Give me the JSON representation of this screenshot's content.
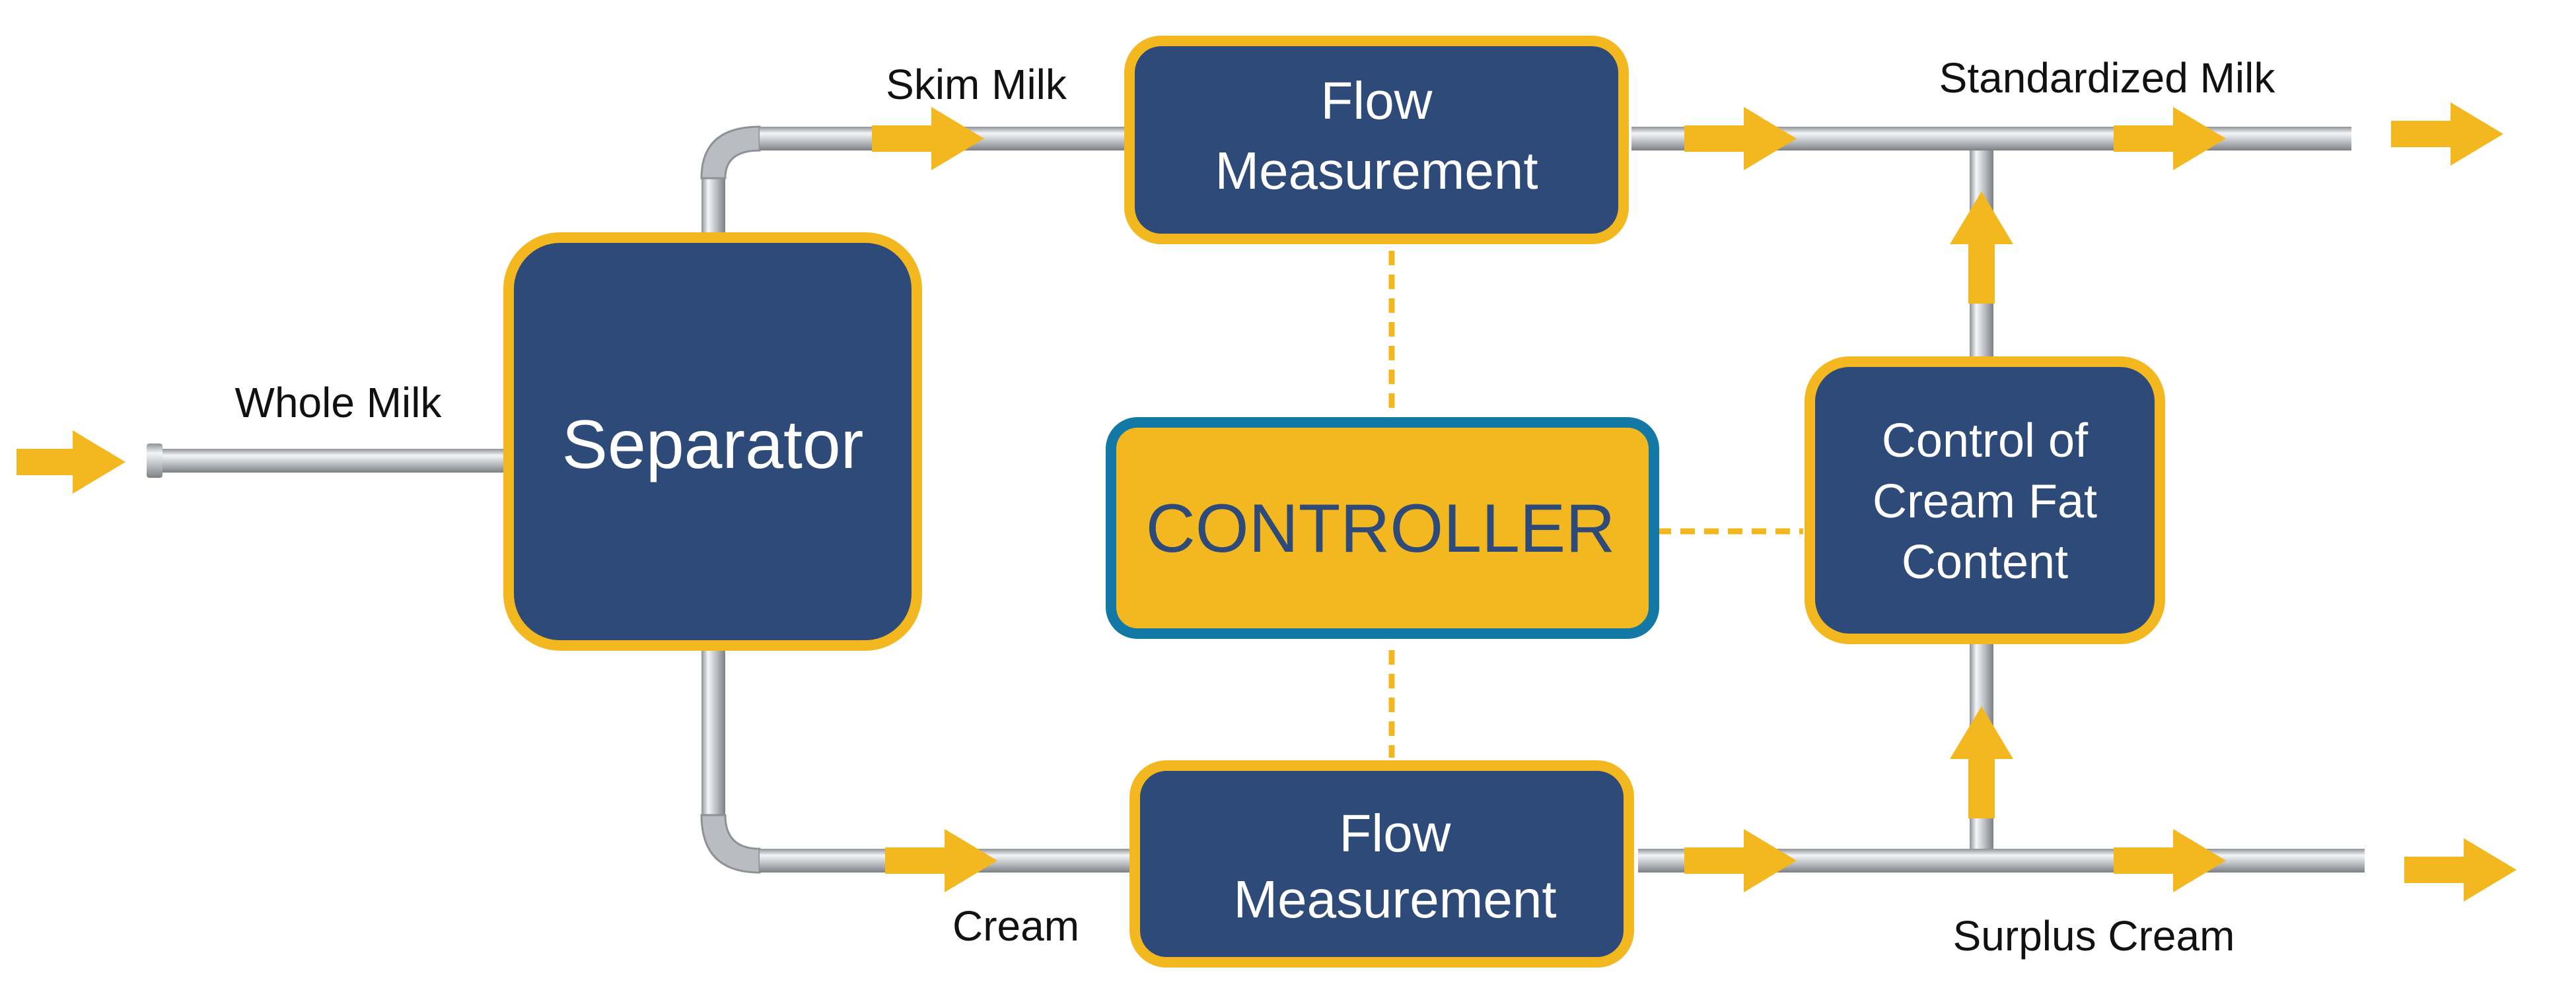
{
  "diagram": {
    "blocks": {
      "separator": "Separator",
      "flow_top_line1": "Flow",
      "flow_top_line2": "Measurement",
      "flow_bottom_line1": "Flow",
      "flow_bottom_line2": "Measurement",
      "controller": "CONTROLLER",
      "fat_control_line1": "Control of",
      "fat_control_line2": "Cream Fat",
      "fat_control_line3": "Content"
    },
    "stream_labels": {
      "whole_milk": "Whole Milk",
      "skim_milk": "Skim Milk",
      "standardized_milk": "Standardized Milk",
      "cream": "Cream",
      "surplus_cream": "Surplus Cream"
    },
    "colors": {
      "block_fill": "#2E4A78",
      "block_border": "#F3B81F",
      "controller_fill": "#F3B81F",
      "controller_border": "#1478A6",
      "controller_text": "#2E4A78",
      "arrow": "#F3B81F",
      "signal_line": "#F3B81F",
      "pipe": "#A9ADB2",
      "label_text": "#111111",
      "block_text": "#FFFFFF"
    }
  }
}
